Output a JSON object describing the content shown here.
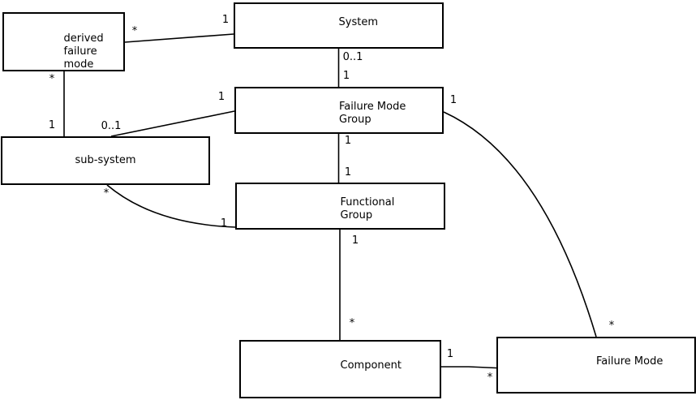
{
  "diagram": {
    "type": "uml-entity-relationship",
    "colors": {
      "background": "#ffffff",
      "box_fill": "#ffffff",
      "box_border": "#000000",
      "line": "#000000",
      "text": "#000000"
    },
    "nodes": [
      {
        "id": "derived-failure-mode",
        "label": "derived\nfailure\nmode"
      },
      {
        "id": "system",
        "label": "System"
      },
      {
        "id": "failure-mode-group",
        "label": "Failure Mode\nGroup"
      },
      {
        "id": "sub-system",
        "label": "sub-system"
      },
      {
        "id": "functional-group",
        "label": "Functional\nGroup"
      },
      {
        "id": "component",
        "label": "Component"
      },
      {
        "id": "failure-mode",
        "label": "Failure Mode"
      }
    ],
    "edges": [
      {
        "id": "system--derived-failure-mode",
        "source": "system",
        "target": "derived-failure-mode",
        "source_label": "1",
        "target_label": "*"
      },
      {
        "id": "system--failure-mode-group",
        "source": "system",
        "target": "failure-mode-group",
        "source_label": "0..1",
        "target_label": "1"
      },
      {
        "id": "derived-failure-mode--sub-system",
        "source": "derived-failure-mode",
        "target": "sub-system",
        "source_label": "*",
        "target_label": "1"
      },
      {
        "id": "failure-mode-group--sub-system",
        "source": "failure-mode-group",
        "target": "sub-system",
        "source_label": "1",
        "target_label": "0..1"
      },
      {
        "id": "failure-mode-group--functional-group",
        "source": "failure-mode-group",
        "target": "functional-group",
        "source_label": "1",
        "target_label": "1"
      },
      {
        "id": "sub-system--functional-group",
        "source": "sub-system",
        "target": "functional-group",
        "source_label": "*",
        "target_label": "1"
      },
      {
        "id": "failure-mode-group--failure-mode",
        "source": "failure-mode-group",
        "target": "failure-mode",
        "source_label": "1",
        "target_label": "*"
      },
      {
        "id": "functional-group--component",
        "source": "functional-group",
        "target": "component",
        "source_label": "1",
        "target_label": "*"
      },
      {
        "id": "component--failure-mode",
        "source": "component",
        "target": "failure-mode",
        "source_label": "1",
        "target_label": "*"
      }
    ]
  }
}
